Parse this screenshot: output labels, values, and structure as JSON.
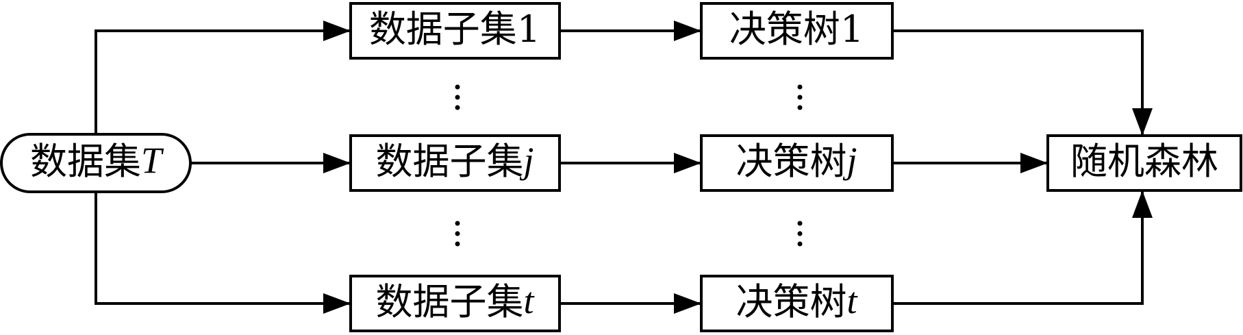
{
  "diagram": {
    "source": {
      "text": "数据集",
      "var": "T"
    },
    "subsets": [
      {
        "text": "数据子集",
        "var": "1"
      },
      {
        "text": "数据子集",
        "var": "j"
      },
      {
        "text": "数据子集",
        "var": "t"
      }
    ],
    "trees": [
      {
        "text": "决策树",
        "var": "1"
      },
      {
        "text": "决策树",
        "var": "j"
      },
      {
        "text": "决策树",
        "var": "t"
      }
    ],
    "result": {
      "text": "随机森林"
    }
  }
}
